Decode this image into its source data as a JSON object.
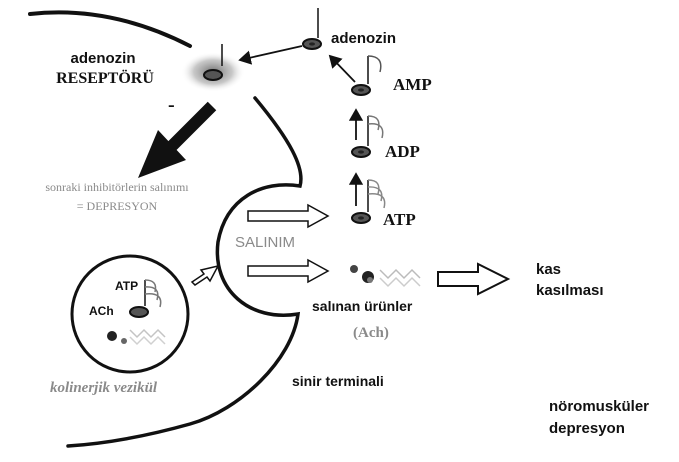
{
  "labels": {
    "adenozin_top": "adenozin",
    "receptor_line1": "adenozin",
    "receptor_line2": "RESEPTÖRÜ",
    "amp": "AMP",
    "adp": "ADP",
    "atp": "ATP",
    "minus": "-",
    "inhibition_line1": "sonraki inhibitörlerin salınımı",
    "inhibition_line2": "= DEPRESYON",
    "release": "SALINIM",
    "vesicle_atp": "ATP",
    "vesicle_ach": "ACh",
    "vesicle_name": "kolinerjik vezikül",
    "released_products": "salınan ürünler",
    "ach_paren": "(Ach)",
    "nerve_terminal": "sinir terminali",
    "contraction_line1": "kas",
    "contraction_line2": "kasılması",
    "nm_depression_line1": "nöromusküler",
    "nm_depression_line2": "depresyon"
  },
  "colors": {
    "ink": "#111111",
    "grey_text": "#8a8a8a",
    "molecule_fill": "#555555",
    "receptor_shadow": "#9a9a9a"
  },
  "icons": {
    "molecule": "disc-with-phosphate-flags",
    "big_arrow": "thick-black-arrow",
    "hollow_arrow": "outline-arrow"
  }
}
